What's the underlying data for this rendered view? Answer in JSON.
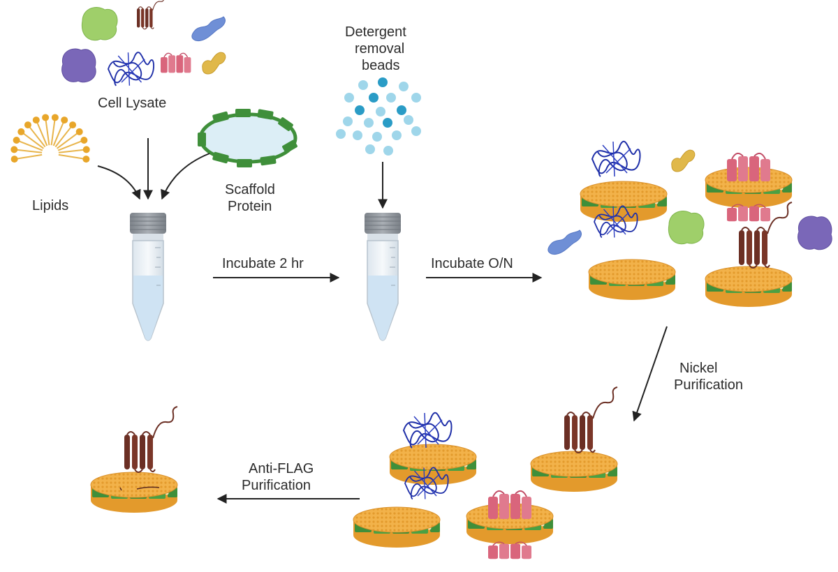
{
  "labels": {
    "cell_lysate": "Cell Lysate",
    "lipids": "Lipids",
    "scaffold_line1": "Scaffold",
    "scaffold_line2": "Protein",
    "beads_line1": "Detergent",
    "beads_line2": "removal",
    "beads_line3": "beads",
    "step1": "Incubate 2 hr",
    "step2": "Incubate O/N",
    "nickel_line1": "Nickel",
    "nickel_line2": "Purification",
    "flag_line1": "Anti-FLAG",
    "flag_line2": "Purification"
  },
  "colors": {
    "lipid_head": "#e8a62a",
    "lipid_tail": "#e8b44a",
    "scaffold": "#3f8f3a",
    "disc_top": "#f2b24a",
    "disc_side": "#e39a2c",
    "bead_light": "#9fd6ea",
    "bead_dark": "#2a9cc6",
    "tube_cap": "#8a8f96",
    "tube_liquid": "#cfe3f3",
    "gpcr": "#6b2f24",
    "channel": "#d9657c",
    "beta_barrel": "#1f2fa8",
    "globular_green": "#9fcf6a",
    "globular_purple": "#7a67b8",
    "blue_protein": "#6f8fd6",
    "yellow_protein": "#e0b84a",
    "arrow": "#222222"
  }
}
